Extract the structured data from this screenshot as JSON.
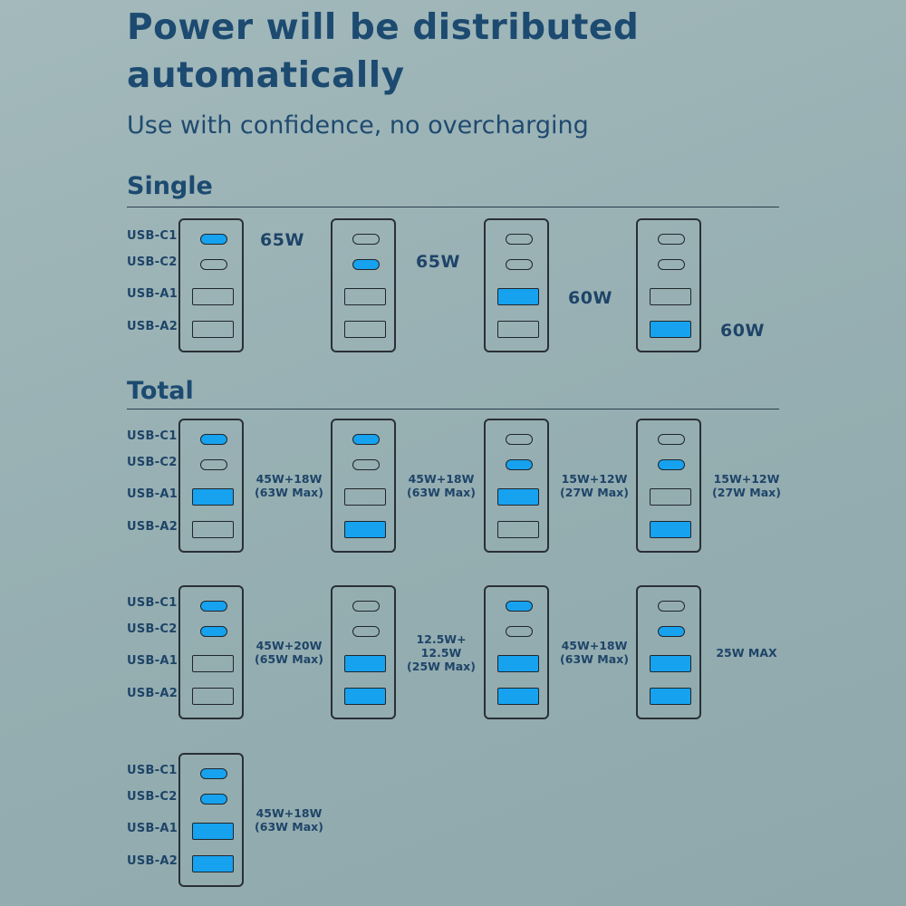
{
  "header": {
    "title_line1": "Power will be distributed",
    "title_line2": "automatically",
    "subtitle": "Use with confidence, no overcharging"
  },
  "sections": {
    "single": "Single",
    "total": "Total"
  },
  "port_labels": [
    "USB-C1",
    "USB-C2",
    "USB-A1",
    "USB-A2"
  ],
  "single": [
    {
      "active": [
        true,
        false,
        false,
        false
      ],
      "watts": "65W"
    },
    {
      "active": [
        false,
        true,
        false,
        false
      ],
      "watts": "65W"
    },
    {
      "active": [
        false,
        false,
        true,
        false
      ],
      "watts": "60W"
    },
    {
      "active": [
        false,
        false,
        false,
        true
      ],
      "watts": "60W"
    }
  ],
  "total": [
    {
      "active": [
        true,
        false,
        true,
        false
      ],
      "watts": "45W+18W\n(63W Max)"
    },
    {
      "active": [
        true,
        false,
        false,
        true
      ],
      "watts": "45W+18W\n(63W Max)"
    },
    {
      "active": [
        false,
        true,
        true,
        false
      ],
      "watts": "15W+12W\n(27W Max)"
    },
    {
      "active": [
        false,
        true,
        false,
        true
      ],
      "watts": "15W+12W\n(27W Max)"
    },
    {
      "active": [
        true,
        true,
        false,
        false
      ],
      "watts": "45W+20W\n(65W Max)"
    },
    {
      "active": [
        false,
        false,
        true,
        true
      ],
      "watts": "12.5W+\n12.5W\n(25W Max)"
    },
    {
      "active": [
        true,
        false,
        true,
        true
      ],
      "watts": "45W+18W\n(63W Max)"
    },
    {
      "active": [
        false,
        true,
        true,
        true
      ],
      "watts": "25W MAX"
    },
    {
      "active": [
        true,
        true,
        true,
        true
      ],
      "watts": "45W+18W\n(63W Max)"
    }
  ],
  "colors": {
    "active_port": "#16a2ef",
    "text": "#1e4468"
  }
}
